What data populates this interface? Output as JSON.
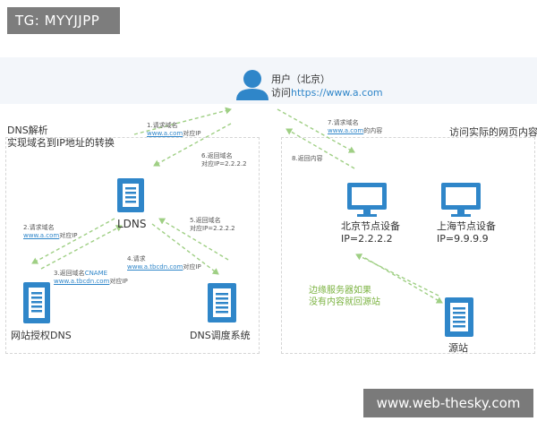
{
  "watermarks": {
    "top_left": "TG: MYYJJPP",
    "bottom_right": "www.web-thesky.com"
  },
  "user": {
    "name": "用户（北京）",
    "visit_prefix": "访问",
    "url": "https://www.a.com"
  },
  "sections": {
    "left_title_1": "DNS解析",
    "left_title_2": "实现域名到IP地址的转换",
    "right_title": "访问实际的网页内容"
  },
  "nodes": {
    "ldns": "LDNS",
    "authoritative_dns": "网站授权DNS",
    "dns_scheduler": "DNS调度系统",
    "beijing": "北京节点设备",
    "beijing_ip": "IP=2.2.2.2",
    "shanghai": "上海节点设备",
    "shanghai_ip": "IP=9.9.9.9",
    "origin": "源站"
  },
  "steps": {
    "s1": {
      "label": "1.请求域名",
      "domain": "www.a.com",
      "suffix": "对应IP"
    },
    "s2": {
      "label": "2.请求域名",
      "domain": "www.a.com",
      "suffix": "对应IP"
    },
    "s3": {
      "label": "3.返回域名",
      "cname": "CNAME",
      "domain": "www.a.tbcdn.com",
      "suffix": "对应IP"
    },
    "s4": {
      "label": "4.请求",
      "domain": "www.a.tbcdn.com",
      "suffix": "对应IP"
    },
    "s5": {
      "label": "5.返回域名",
      "result": "对应IP=2.2.2.2"
    },
    "s6": {
      "label": "6.返回域名",
      "result": "对应IP=2.2.2.2"
    },
    "s7": {
      "label": "7.请求域名",
      "domain": "www.a.com",
      "suffix": "的内容"
    },
    "s8": {
      "label": "8.返回内容"
    }
  },
  "edge_note": {
    "line1": "边缘服务器如果",
    "line2": "没有内容就回源站"
  },
  "colors": {
    "icon_blue": "#2f86c9",
    "arrow_green": "#9fcf84",
    "note_green": "#7cb342"
  }
}
